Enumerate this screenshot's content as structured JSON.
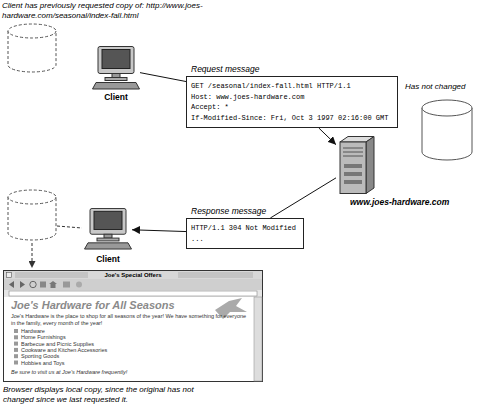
{
  "diagram": {
    "caption": "Browser displays local copy, since the original has not changed since we last requested it.",
    "nodes": [
      {
        "text": [
          "Client"
        ]
      },
      {
        "text": [
          "Request message",
          "GET /seasonal/index-fall.html HTTP/1.1",
          "Host: www.joes-hardware.com",
          "Accept: *",
          "If-Modified-Since: Fri, Oct 3 1997 02:16:00 GMT"
        ]
      },
      {
        "text": [
          "www.joes-hardware.com"
        ]
      },
      {
        "text": [
          "Response message",
          "HTTP/1.1 304 Not Modified",
          "..."
        ]
      },
      {
        "text": [
          "Client"
        ]
      },
      {
        "text": [
          "Joe's Special Offers",
          "Joe's Hardware for All Seasons",
          "Joe's Hardware is the place to shop for all seasons of the year! We have something for everyone in the family, every month of the year!",
          "Hardware",
          "Home Furnishings",
          "Barbecue and Picnic Supplies",
          "Cookware and Kitchen Accessories",
          "Sporting Goods",
          "Hobbies and Toys",
          "Be sure to visit us at Joe's Hardware frequently!"
        ]
      }
    ],
    "edges": [
      {
        "from": 0,
        "to": 1,
        "arrow": "none"
      },
      {
        "from": 1,
        "to": 2,
        "arrow": "to"
      },
      {
        "from": 2,
        "to": 3,
        "arrow": "none"
      },
      {
        "from": 3,
        "to": 4,
        "arrow": "to"
      }
    ],
    "labels": [
      "Client has previously requested copy of: http://www.joes-hardware.com/seasonal/index-fall.html",
      "Has not changed"
    ]
  }
}
